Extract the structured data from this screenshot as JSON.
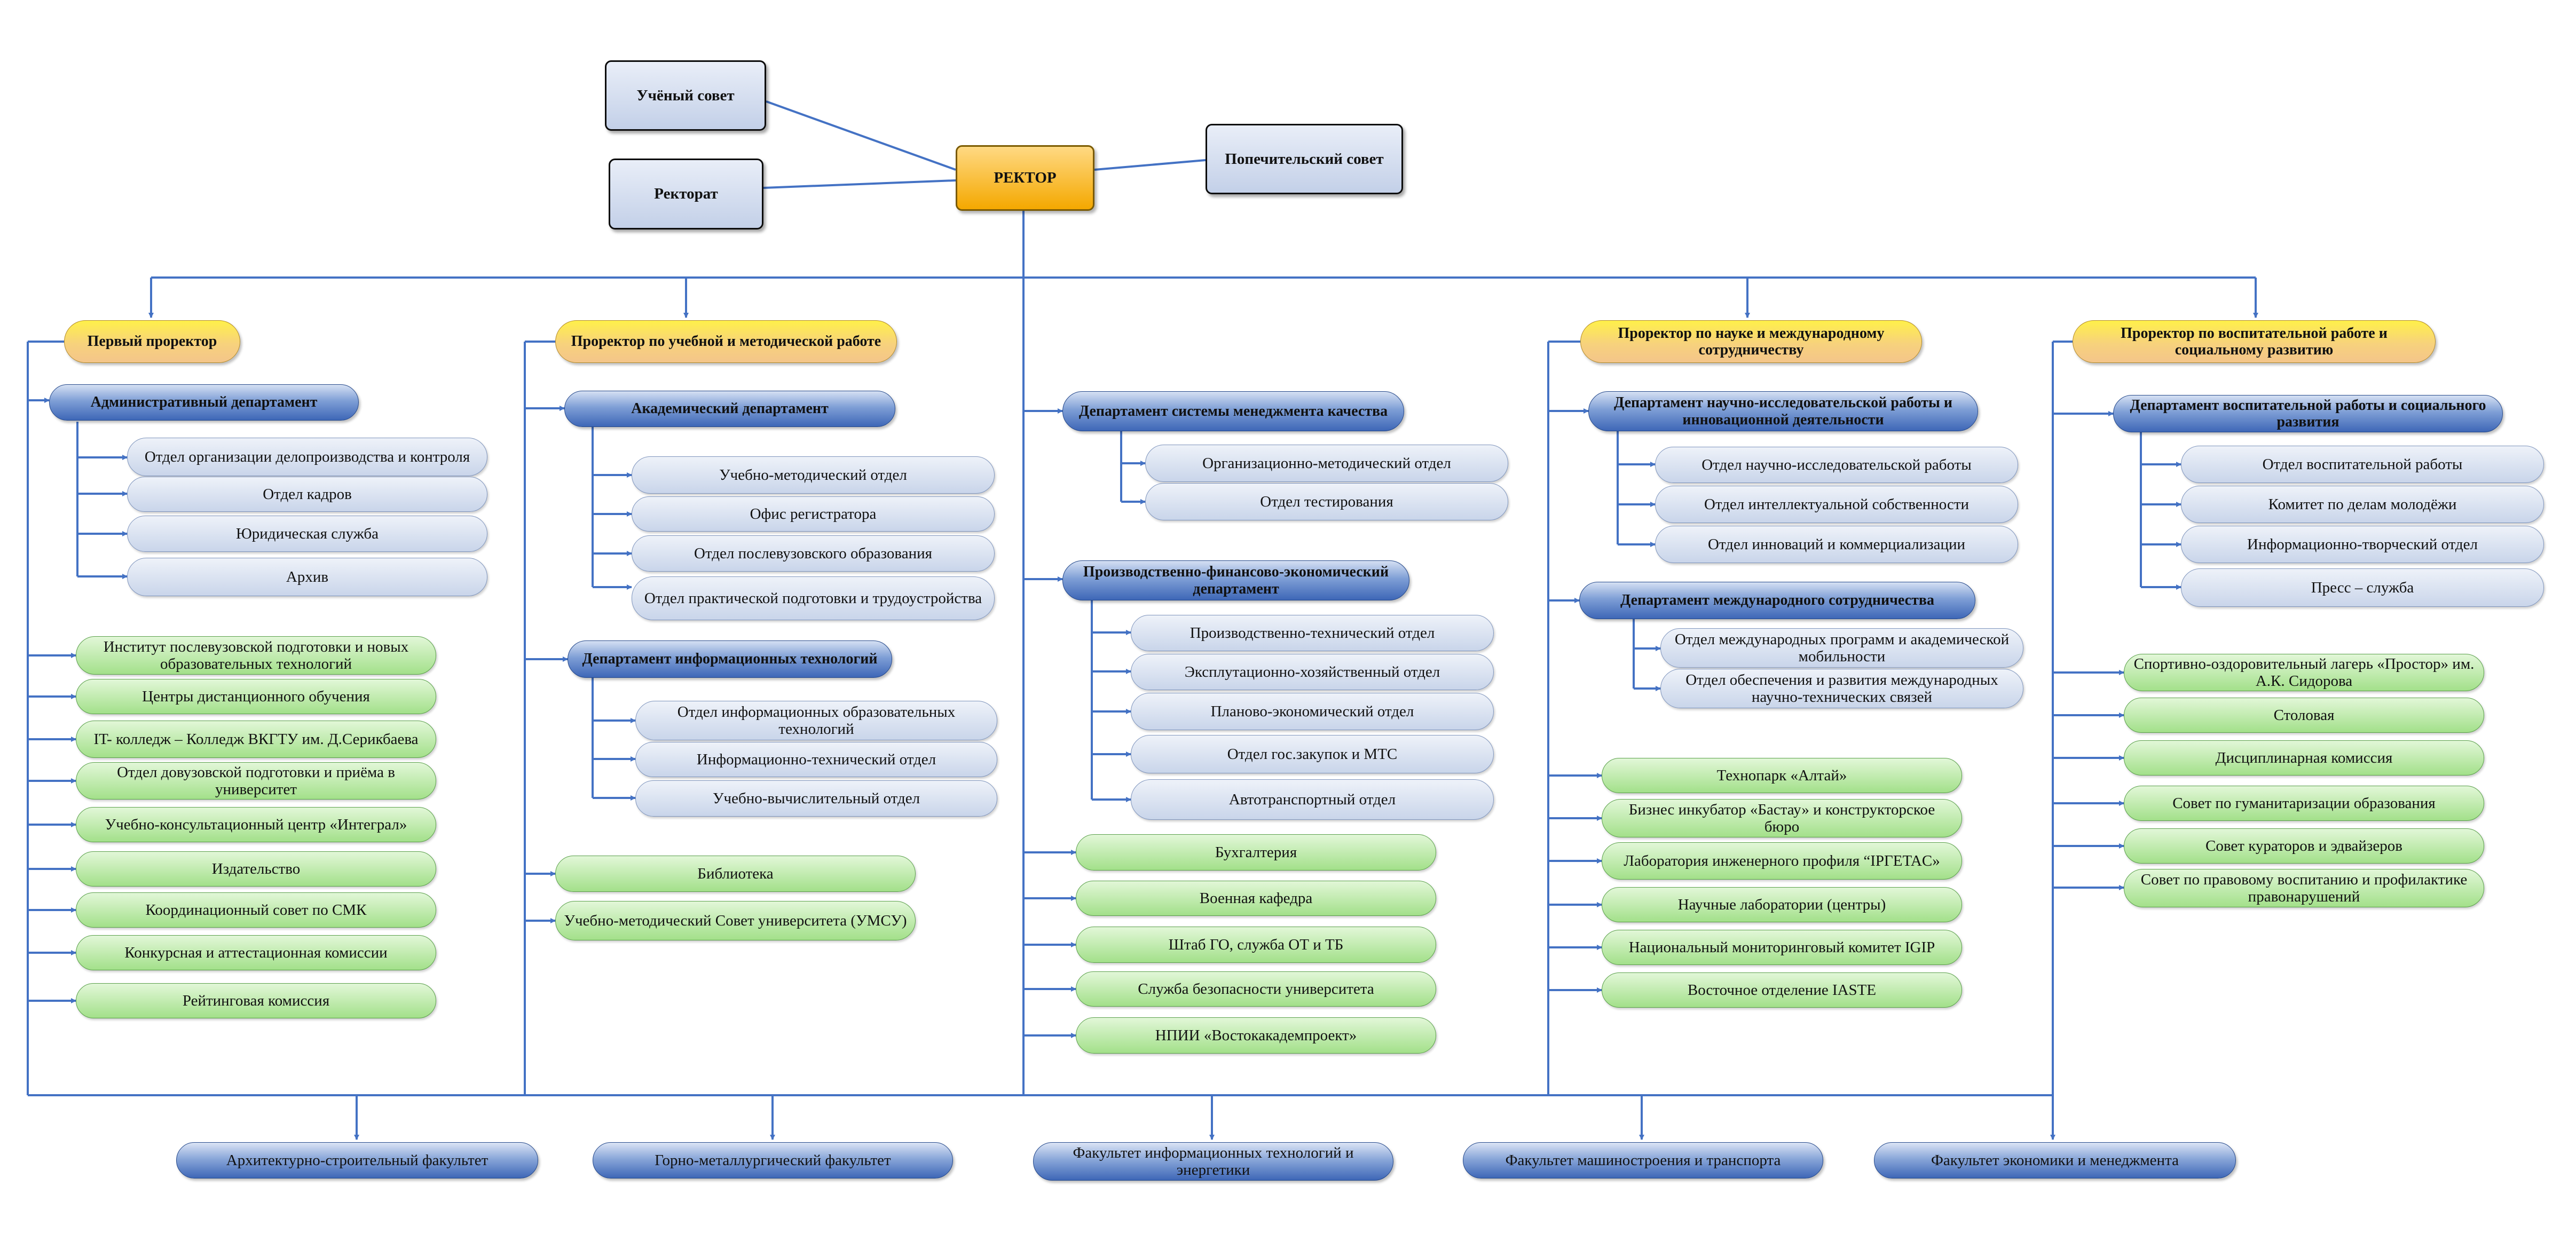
{
  "top": {
    "academic_council": "Учёный совет",
    "rectorate": "Ректорат",
    "rector": "РЕКТОР",
    "trustees": "Попечительский совет"
  },
  "col1": {
    "vp": "Первый проректор",
    "dept": "Административный департамент",
    "units": [
      "Отдел организации делопроизводства и контроля",
      "Отдел кадров",
      "Юридическая служба",
      "Архив"
    ],
    "green": [
      "Институт послевузовской подготовки и новых образовательных технологий",
      "Центры дистанционного обучения",
      "IT- колледж – Колледж ВКГТУ им. Д.Серикбаева",
      "Отдел довузовской подготовки и приёма в университет",
      "Учебно-консультационный центр «Интеграл»",
      "Издательство",
      "Координационный совет по СМК",
      "Конкурсная и аттестационная комиссии",
      "Рейтинговая комиссия"
    ]
  },
  "col2": {
    "vp": "Проректор по учебной и методической работе",
    "dept1": "Академический департамент",
    "units1": [
      "Учебно-методический отдел",
      "Офис регистратора",
      "Отдел послевузовского образования",
      "Отдел практической подготовки и трудоустройства"
    ],
    "dept2": "Департамент информационных технологий",
    "units2": [
      "Отдел информационных образовательных технологий",
      "Информационно-технический отдел",
      "Учебно-вычислительный отдел"
    ],
    "green": [
      "Библиотека",
      "Учебно-методический Совет университета (УМСУ)"
    ]
  },
  "col3": {
    "dept1": "Департамент системы менеджмента качества",
    "units1": [
      "Организационно-методический отдел",
      "Отдел тестирования"
    ],
    "dept2": "Производственно-финансово-экономический департамент",
    "units2": [
      "Производственно-технический отдел",
      "Эксплутационно-хозяйственный отдел",
      "Планово-экономический отдел",
      "Отдел гос.закупок и МТС",
      "Автотранспортный отдел"
    ],
    "green": [
      "Бухгалтерия",
      "Военная кафедра",
      "Штаб ГО, служба ОТ и ТБ",
      "Служба безопасности университета",
      "НПИИ «Востокакадемпроект»"
    ]
  },
  "col4": {
    "vp": "Проректор по науке и международному сотрудничеству",
    "dept1": "Департамент научно-исследовательской работы и инновационной деятельности",
    "units1": [
      "Отдел научно-исследовательской работы",
      "Отдел интеллектуальной собственности",
      "Отдел инноваций и коммерциализации"
    ],
    "dept2": "Департамент международного сотрудничества",
    "units2": [
      "Отдел международных программ и академической мобильности",
      "Отдел обеспечения и развития международных научно-технических связей"
    ],
    "green": [
      "Технопарк «Алтай»",
      "Бизнес инкубатор «Бастау» и конструкторское бюро",
      "Лаборатория инженерного профиля “IPГETAC»",
      "Научные лаборатории (центры)",
      "Национальный мониторинговый комитет IGIP",
      "Восточное отделение IASTE"
    ]
  },
  "col5": {
    "vp": "Проректор по воспитательной работе и социальному развитию",
    "dept": "Департамент воспитательной работы и социального развития",
    "units": [
      "Отдел воспитательной работы",
      "Комитет по делам молодёжи",
      "Информационно-творческий отдел",
      "Пресс – служба"
    ],
    "green": [
      "Спортивно-оздоровительный лагерь «Простор» им. А.К. Сидорова",
      "Столовая",
      "Дисциплинарная комиссия",
      "Совет по гуманитаризации образования",
      "Совет кураторов и эдвайзеров",
      "Совет по правовому воспитанию и профилактике правонарушений"
    ]
  },
  "faculties": [
    "Архитектурно-строительный факультет",
    "Горно-металлургический факультет",
    "Факультет информационных технологий и энергетики",
    "Факультет машиностроения и транспорта",
    "Факультет экономики и менеджмента"
  ],
  "colors": {
    "line": "#4472c4",
    "rector": "#f4a800",
    "vp": "#f7d27c",
    "dept": "#3e67b7",
    "unit": "#c9d5ea",
    "green": "#a3e08a"
  }
}
